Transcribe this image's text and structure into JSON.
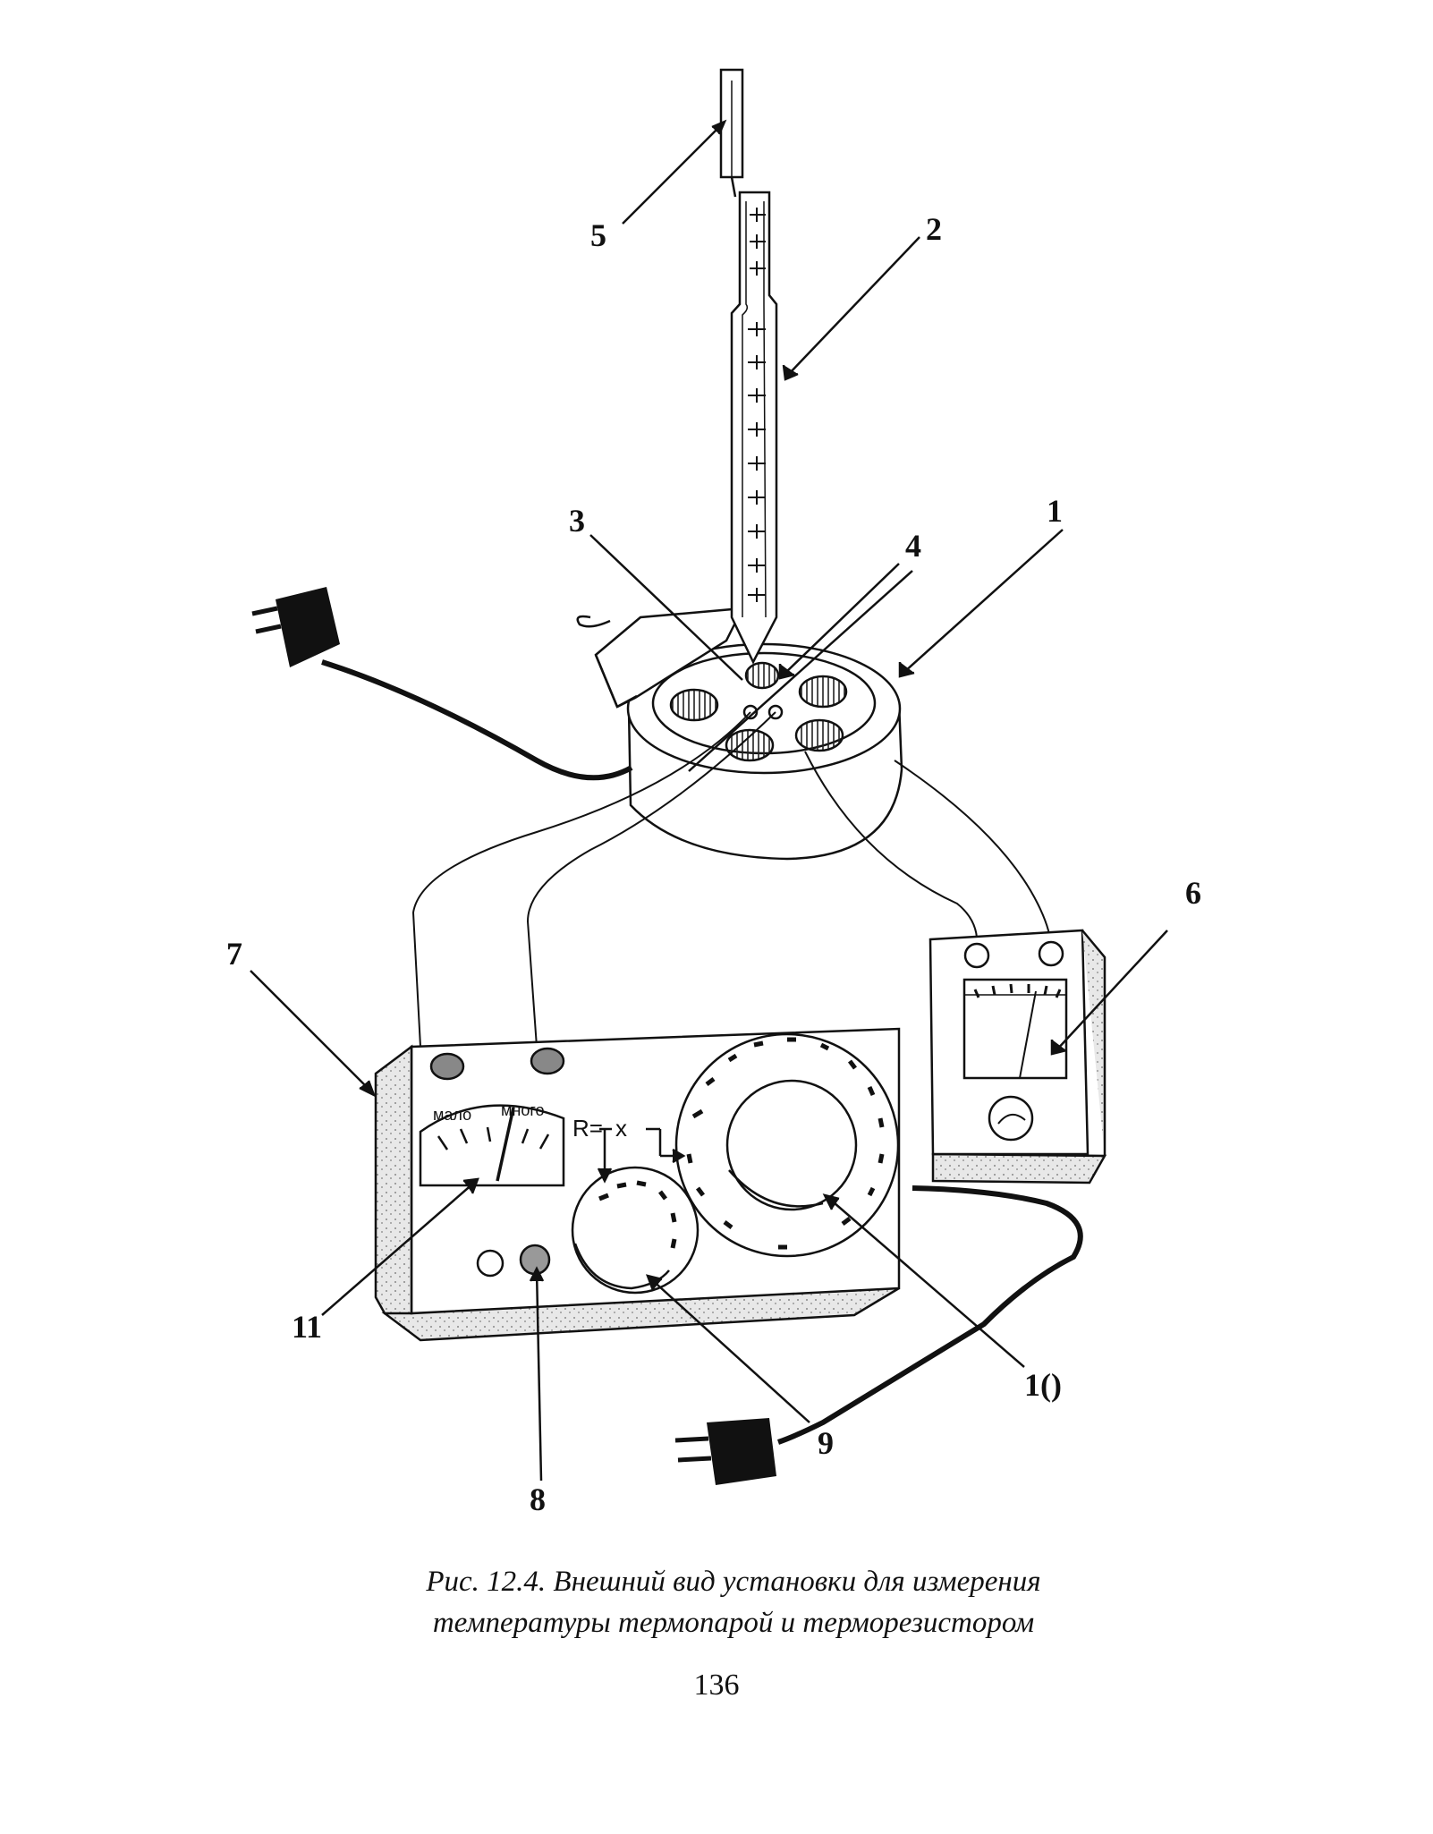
{
  "figure": {
    "callouts": [
      "1",
      "2",
      "3",
      "4",
      "5",
      "6",
      "7",
      "8",
      "9",
      "1()",
      "11"
    ],
    "meter_labels": {
      "low": "мало",
      "high": "много"
    },
    "r_label": "R=",
    "x_label": "x"
  },
  "caption": {
    "line1": "Рис. 12.4. Внешний вид установки для измерения",
    "line2": "температуры термопарой и терморезистором"
  },
  "page_number": "136"
}
